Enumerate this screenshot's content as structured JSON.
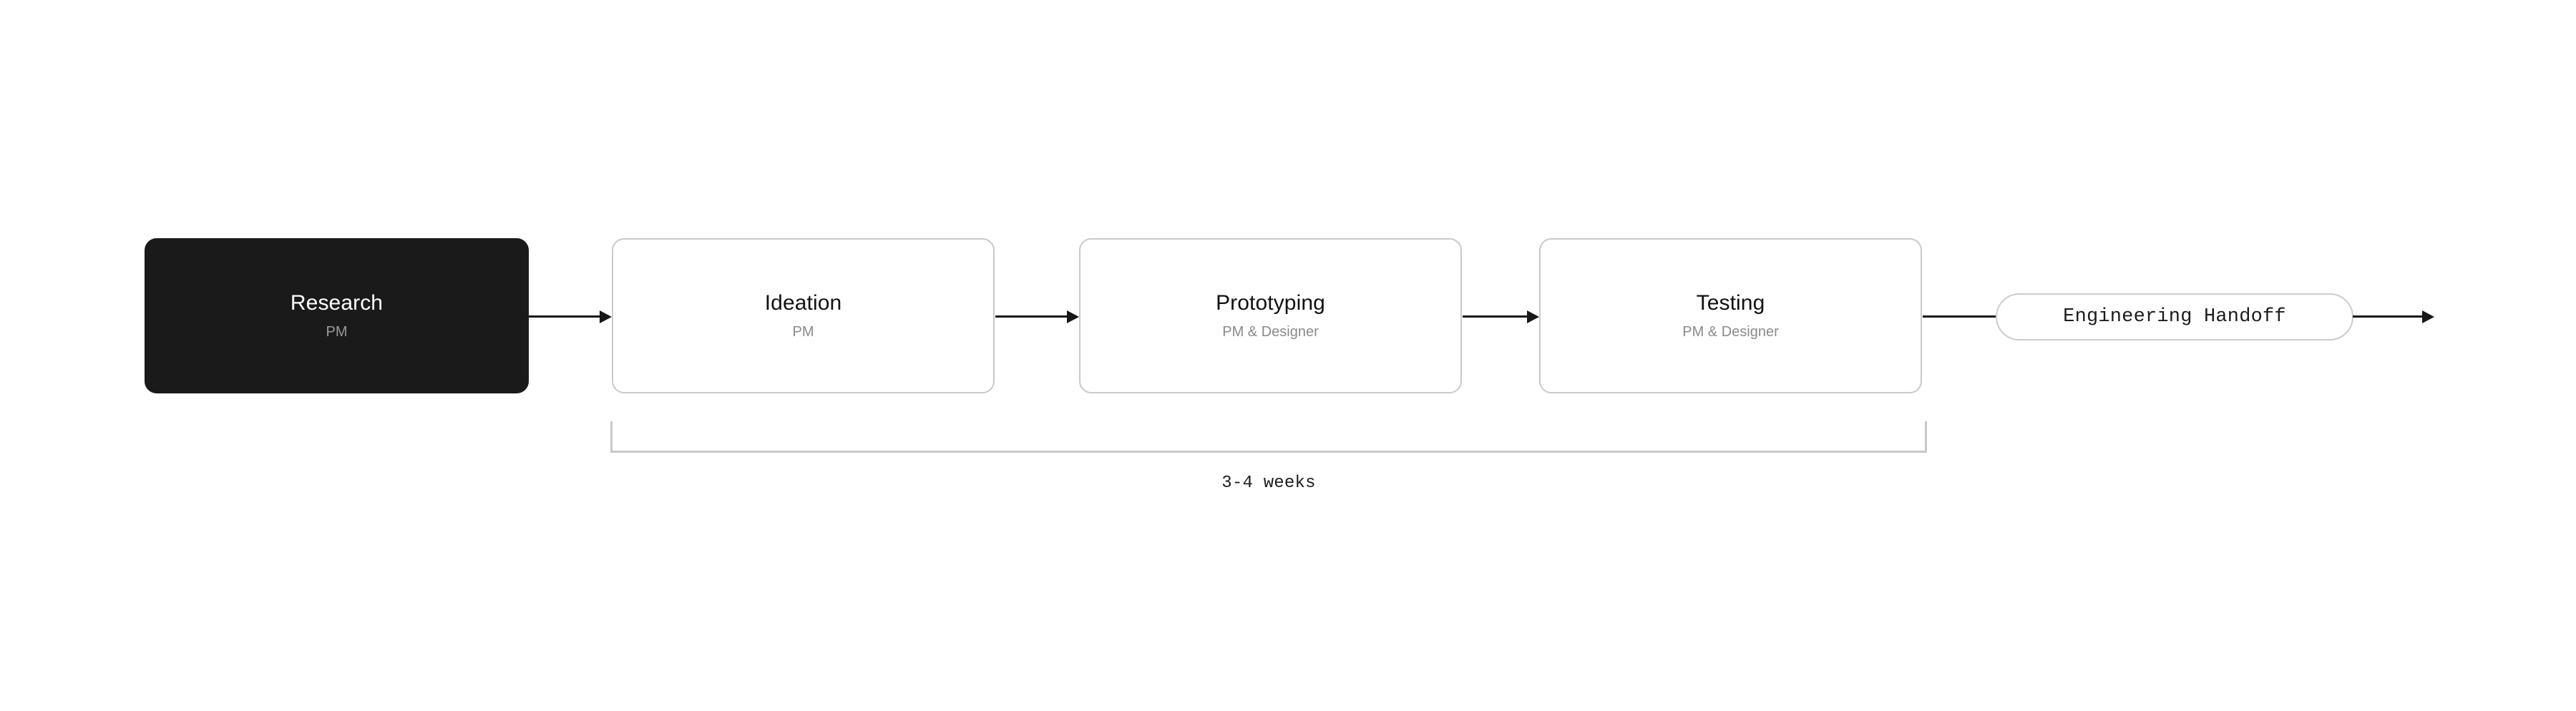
{
  "diagram": {
    "type": "process-flow",
    "orientation": "horizontal",
    "background_color": "#ffffff",
    "accent_color": "#1a1a1a",
    "border_color": "#c9c9c9",
    "muted_text_color": "#8a8a8a",
    "steps": [
      {
        "title": "Research",
        "role": "PM",
        "style": "dark"
      },
      {
        "title": "Ideation",
        "role": "PM",
        "style": "light"
      },
      {
        "title": "Prototyping",
        "role": "PM & Designer",
        "style": "light"
      },
      {
        "title": "Testing",
        "role": "PM & Designer",
        "style": "light"
      }
    ],
    "terminal": {
      "label": "Engineering Handoff",
      "shape": "pill"
    },
    "duration_annotation": {
      "label": "3-4 weeks",
      "spans_steps": [
        "Ideation",
        "Prototyping",
        "Testing"
      ]
    },
    "connectors": [
      {
        "from": "Research",
        "to": "Ideation",
        "arrowhead": true
      },
      {
        "from": "Ideation",
        "to": "Prototyping",
        "arrowhead": true
      },
      {
        "from": "Prototyping",
        "to": "Testing",
        "arrowhead": true
      },
      {
        "from": "Testing",
        "to": "Engineering Handoff",
        "arrowhead": false
      },
      {
        "from": "Engineering Handoff",
        "to": "",
        "arrowhead": true
      }
    ]
  }
}
